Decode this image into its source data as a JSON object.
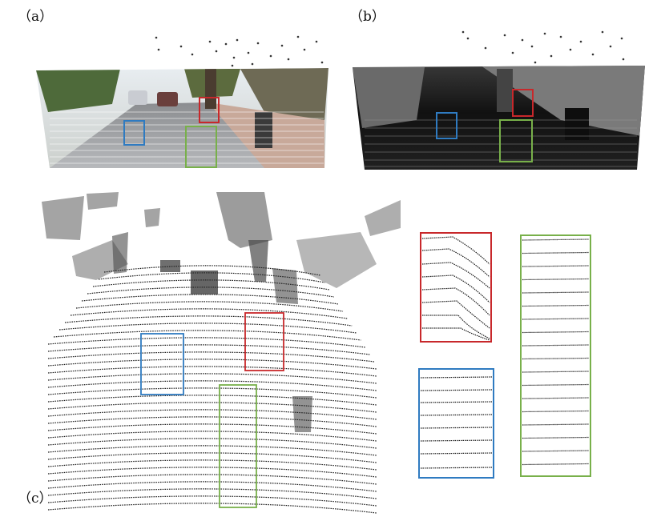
{
  "labels": {
    "a": "（a）",
    "b": "（b）",
    "c": "（c）"
  },
  "colors": {
    "red_box": "#c8282b",
    "blue_box": "#2f7bc1",
    "green_box": "#78b04a",
    "points": "#1e1e1e",
    "depth_dark": "#1a1a1a"
  }
}
